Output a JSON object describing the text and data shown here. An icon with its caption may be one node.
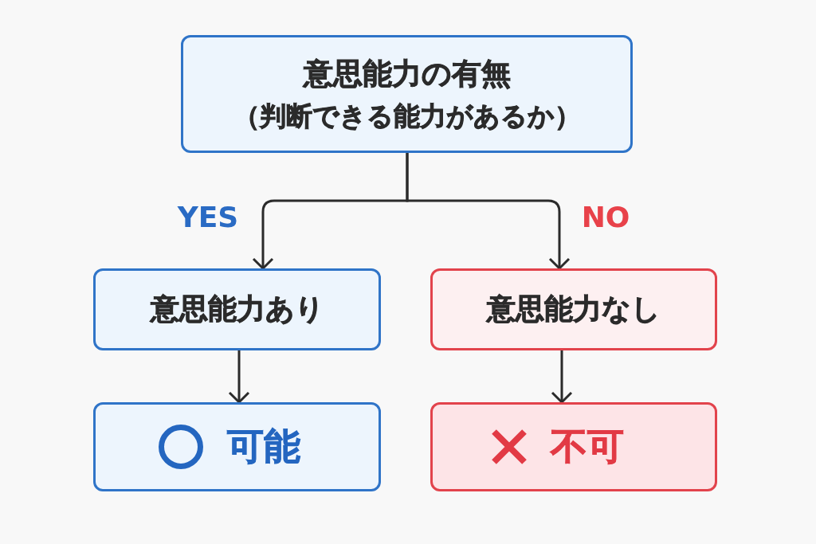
{
  "diagram": {
    "nodes": [
      {
        "text": [
          "意思能力の有無",
          "（判断できる能力があるか）"
        ]
      },
      {
        "text": [
          "意思能力あり"
        ]
      },
      {
        "text": [
          "意思能力なし"
        ]
      },
      {
        "text": [
          "可能"
        ]
      },
      {
        "text": [
          "不可"
        ]
      }
    ],
    "edges": [
      {
        "from": 0,
        "to": 1,
        "arrow": "to",
        "label": "YES"
      },
      {
        "from": 0,
        "to": 2,
        "arrow": "to",
        "label": "NO"
      },
      {
        "from": 1,
        "to": 3,
        "arrow": "to"
      },
      {
        "from": 2,
        "to": 4,
        "arrow": "to"
      }
    ]
  }
}
